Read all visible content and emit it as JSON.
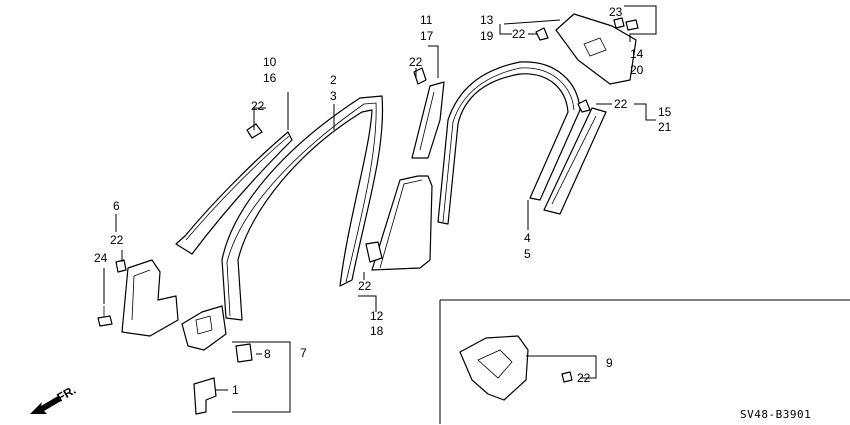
{
  "diagram": {
    "labels": {
      "l1": "1",
      "l2": "2",
      "l3": "3",
      "l4": "4",
      "l5": "5",
      "l6": "6",
      "l7": "7",
      "l8": "8",
      "l9": "9",
      "l10": "10",
      "l11": "11",
      "l12": "12",
      "l13": "13",
      "l14": "14",
      "l15": "15",
      "l16": "16",
      "l17": "17",
      "l18": "18",
      "l19": "19",
      "l20": "20",
      "l21": "21",
      "l23": "23",
      "l24": "24",
      "l22": "22"
    },
    "direction_label": "FR.",
    "drawing_code": "SV48-B3901"
  }
}
